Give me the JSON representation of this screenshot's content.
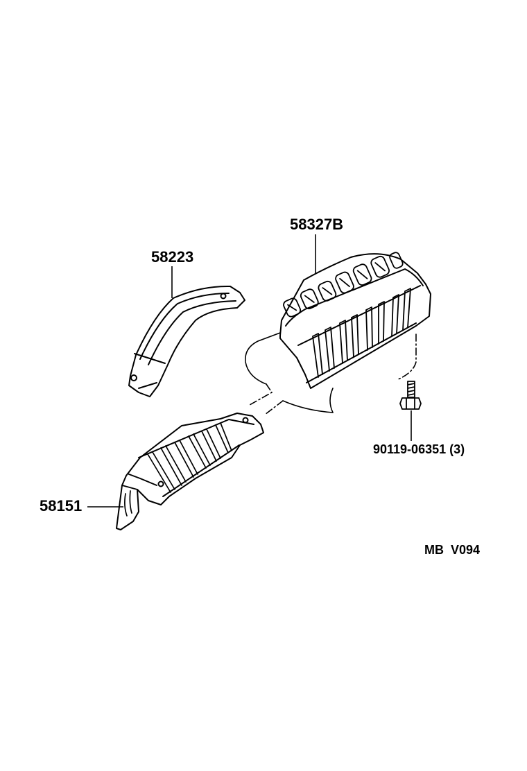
{
  "labels": {
    "heat_insulator_part": "58327B",
    "bracket_part": "58223",
    "bolt_part": "90119-06351 (3)",
    "lower_insulator_part": "58151",
    "diagram_code": "MB  V094"
  }
}
